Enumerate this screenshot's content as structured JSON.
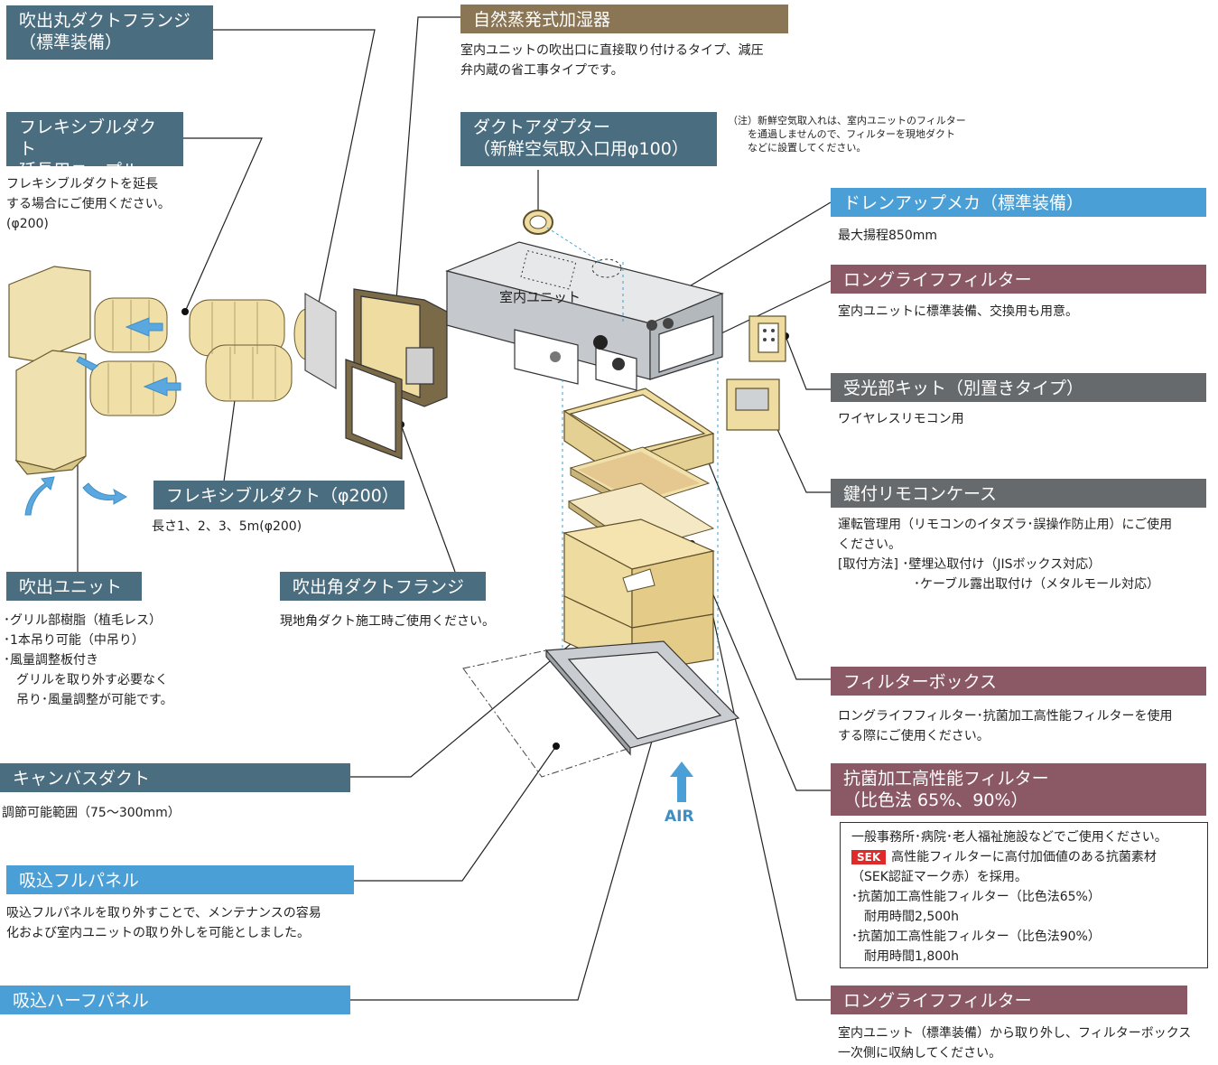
{
  "labels": {
    "round_duct_flange": "吹出丸ダクトフランジ\n（標準装備）",
    "flex_duct_nipple": "フレキシブルダクト\n延長用ニップル",
    "humidifier": "自然蒸発式加湿器",
    "duct_adapter": "ダクトアダプター\n（新鮮空気取入口用φ100）",
    "drain_up": "ドレンアップメカ（標準装備）",
    "long_life_filter_top": "ロングライフフィルター",
    "receiver_kit": "受光部キット（別置きタイプ）",
    "remote_case": "鍵付リモコンケース",
    "flex_duct": "フレキシブルダクト（φ200）",
    "outlet_unit": "吹出ユニット",
    "square_duct_flange": "吹出角ダクトフランジ",
    "filter_box": "フィルターボックス",
    "antibacterial_filter": "抗菌加工高性能フィルター\n（比色法 65%、90%）",
    "canvas_duct": "キャンバスダクト",
    "suction_full_panel": "吸込フルパネル",
    "suction_half_panel": "吸込ハーフパネル",
    "long_life_filter_bottom": "ロングライフフィルター",
    "indoor_unit": "室内ユニット",
    "air": "AIR"
  },
  "descriptions": {
    "flex_duct_nipple": "フレキシブルダクトを延長\nする場合にご使用ください。\n(φ200)",
    "humidifier": "室内ユニットの吹出口に直接取り付けるタイプ、減圧\n弁内蔵の省工事タイプです。",
    "duct_adapter_note": "（注）新鮮空気取入れは、室内ユニットのフィルター\n　　を通過しませんので、フィルターを現地ダクト\n　　などに設置してください。",
    "drain_up": "最大揚程850mm",
    "long_life_filter_top": "室内ユニットに標準装備、交換用も用意。",
    "receiver_kit": "ワイヤレスリモコン用",
    "remote_case": "運転管理用（リモコンのイタズラ･誤操作防止用）にご使用\nください。\n[取付方法] ･壁埋込取付け（JISボックス対応）\n　　　　　　･ケーブル露出取付け（メタルモール対応）",
    "flex_duct": "長さ1、2、3、5m(φ200)",
    "outlet_unit": "･グリル部樹脂（植毛レス）\n･1本吊り可能（中吊り）\n･風量調整板付き\n　グリルを取り外す必要なく\n　吊り･風量調整が可能です。",
    "square_duct_flange": "現地角ダクト施工時ご使用ください。",
    "filter_box": "ロングライフフィルター･抗菌加工高性能フィルターを使用\nする際にご使用ください。",
    "canvas_duct": "調節可能範囲（75～300mm）",
    "suction_full_panel": "吸込フルパネルを取り外すことで、メンテナンスの容易\n化および室内ユニットの取り外しを可能としました。",
    "long_life_filter_bottom": "室内ユニット（標準装備）から取り外し、フィルターボックス\n一次側に収納してください。"
  },
  "antibacterial_box": {
    "line1": "一般事務所･病院･老人福祉施設などでご使用ください。",
    "sek_badge": "SEK",
    "line2": "高性能フィルターに高付加価値のある抗菌素材",
    "line3": "（SEK認証マーク赤）を採用。",
    "line4": "･抗菌加工高性能フィルター（比色法65%）",
    "line5": "　耐用時間2,500h",
    "line6": "･抗菌加工高性能フィルター（比色法90%）",
    "line7": "　耐用時間1,800h"
  },
  "colors": {
    "slate": "#4a6d80",
    "brown": "#8a7655",
    "sky": "#4a9fd6",
    "maroon": "#8b5866",
    "grey": "#666a6d",
    "cream": "#efe2b0",
    "unit_grey": "#cfd2d5",
    "air_blue": "#3e8ec4",
    "sek_red": "#e02a2a"
  }
}
